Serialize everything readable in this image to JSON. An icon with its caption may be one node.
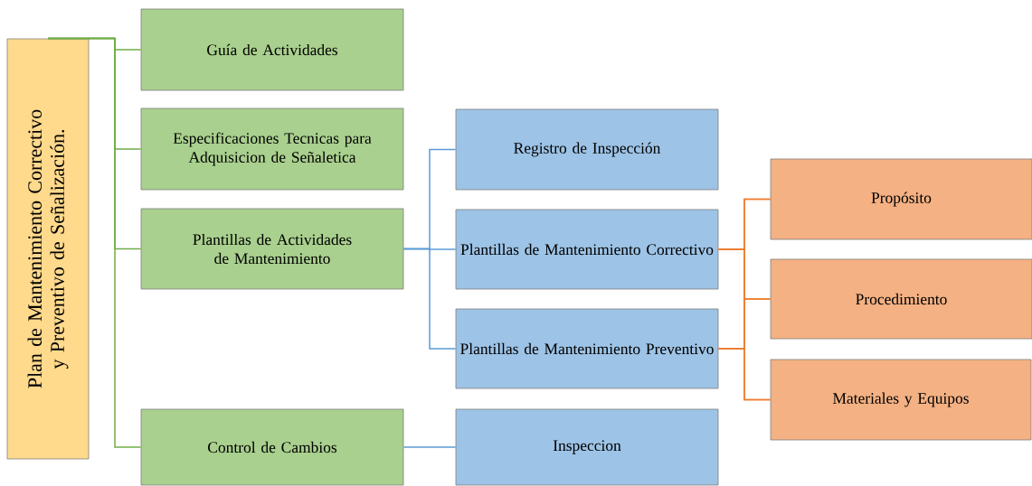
{
  "diagram": {
    "nodes": [
      {
        "text": [
          "Plan de Mantenimiento  Correctivo y Preventivo de Señalización."
        ]
      },
      {
        "text": [
          "Guía de Actividades"
        ]
      },
      {
        "text": [
          "Especificaciones Tecnicas para Adquisicion de Señaletica"
        ]
      },
      {
        "text": [
          "Plantillas de Actividades de Mantenimiento"
        ]
      },
      {
        "text": [
          "Control de Cambios"
        ]
      },
      {
        "text": [
          "Registro de Inspección"
        ]
      },
      {
        "text": [
          "Plantillas de Mantenimiento Correctivo"
        ]
      },
      {
        "text": [
          "Plantillas de Mantenimiento Preventivo"
        ]
      },
      {
        "text": [
          "Inspeccion"
        ]
      },
      {
        "text": [
          "Propósito"
        ]
      },
      {
        "text": [
          "Procedimiento"
        ]
      },
      {
        "text": [
          "Materiales y Equipos"
        ]
      }
    ],
    "edges": [
      {
        "from": 0,
        "to": 1,
        "arrow": "none",
        "color": "#70ad47"
      },
      {
        "from": 0,
        "to": 2,
        "arrow": "none",
        "color": "#70ad47"
      },
      {
        "from": 0,
        "to": 3,
        "arrow": "none",
        "color": "#70ad47"
      },
      {
        "from": 0,
        "to": 4,
        "arrow": "none",
        "color": "#70ad47"
      },
      {
        "from": 3,
        "to": 5,
        "arrow": "none",
        "color": "#5b9bd5"
      },
      {
        "from": 3,
        "to": 6,
        "arrow": "none",
        "color": "#5b9bd5"
      },
      {
        "from": 3,
        "to": 7,
        "arrow": "none",
        "color": "#5b9bd5"
      },
      {
        "from": 4,
        "to": 8,
        "arrow": "none",
        "color": "#5b9bd5"
      },
      {
        "from": 6,
        "to": 9,
        "arrow": "none"
      },
      {
        "from": 6,
        "to": 10,
        "arrow": "none"
      },
      {
        "from": 6,
        "to": 11,
        "arrow": "none"
      },
      {
        "from": 7,
        "to": 9,
        "arrow": "none"
      },
      {
        "from": 7,
        "to": 10,
        "arrow": "none"
      },
      {
        "from": 7,
        "to": 11,
        "arrow": "none"
      }
    ]
  }
}
